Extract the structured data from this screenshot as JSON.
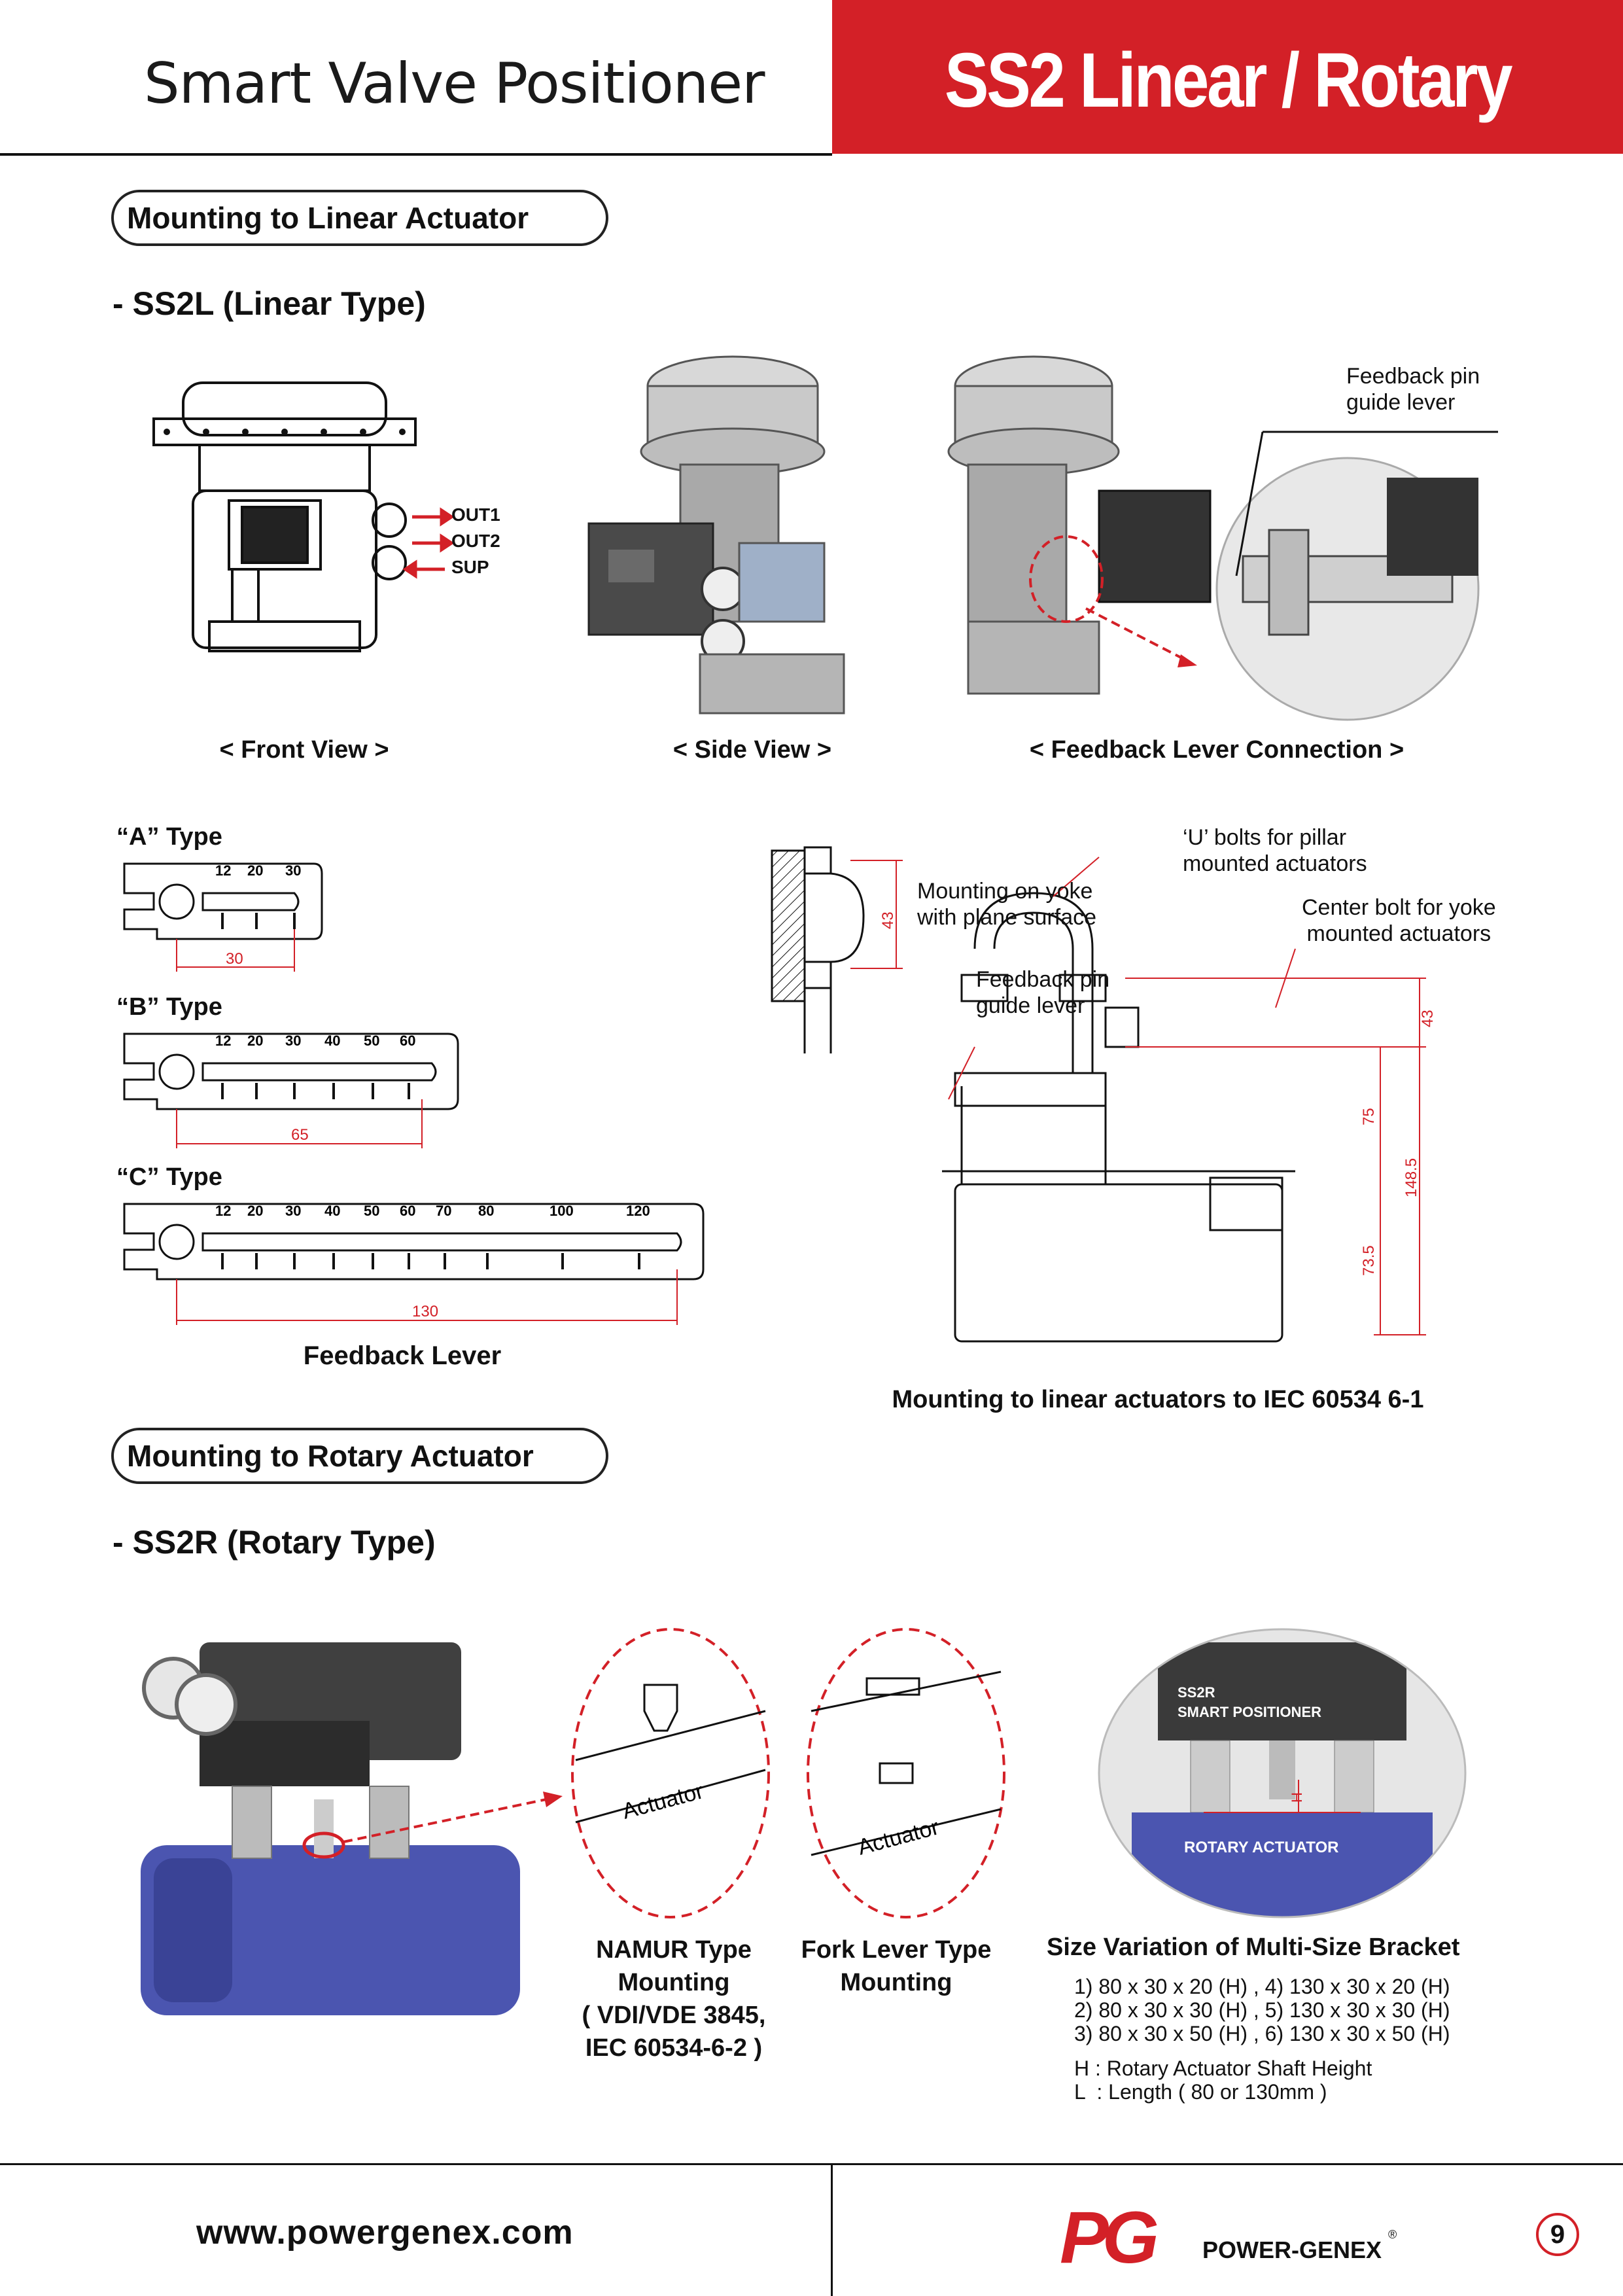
{
  "header": {
    "title": "Smart Valve Positioner",
    "product": "SS2  Linear / Rotary"
  },
  "linear": {
    "section_title": "Mounting to Linear Actuator",
    "subtitle": "- SS2L (Linear Type)",
    "ports": [
      "OUT1",
      "OUT2",
      "SUP"
    ],
    "feedback_pin_label": "Feedback pin\nguide lever",
    "captions": {
      "front": "< Front View >",
      "side": "< Side View >",
      "feedback": "< Feedback Lever Connection >"
    },
    "levers": [
      {
        "type": "“A” Type",
        "ticks": [
          "12",
          "20",
          "30"
        ],
        "length": "30"
      },
      {
        "type": "“B” Type",
        "ticks": [
          "12",
          "20",
          "30",
          "40",
          "50",
          "60"
        ],
        "length": "65"
      },
      {
        "type": "“C” Type",
        "ticks": [
          "12",
          "20",
          "30",
          "40",
          "50",
          "60",
          "70",
          "80",
          "100",
          "120"
        ],
        "length": "130"
      }
    ],
    "lever_caption": "Feedback Lever",
    "iec": {
      "yoke_label": "Mounting on yoke\nwith plane surface",
      "ubolt_label": "‘U’ bolts for pillar\nmounted actuators",
      "center_label": "Center bolt for yoke\nmounted actuators",
      "pin_label": "Feedback pin\nguide lever",
      "dims": [
        "43",
        "43",
        "75",
        "148.5",
        "73.5"
      ],
      "caption": "Mounting to linear actuators to IEC 60534 6-1"
    }
  },
  "rotary": {
    "section_title": "Mounting to Rotary Actuator",
    "subtitle": "- SS2R (Rotary Type)",
    "actuator_label": "Actuator",
    "namur": "NAMUR Type\nMounting\n( VDI/VDE 3845,\nIEC 60534-6-2 )",
    "fork": "Fork Lever Type\nMounting",
    "bracket_title": "Size Variation of Multi-Size Bracket",
    "sizes": [
      "1) 80 x 30 x 20 (H) , 4) 130 x 30 x 20 (H)",
      "2) 80 x 30 x 30 (H) , 5) 130 x 30 x 30 (H)",
      "3) 80 x 30 x 50 (H) , 6) 130 x 30 x 50 (H)"
    ],
    "notes": [
      "H : Rotary Actuator Shaft Height",
      "L  : Length ( 80 or 130mm )"
    ],
    "photo_top": "SS2R\nSMART POSITIONER",
    "photo_bottom": "ROTARY ACTUATOR",
    "photo_dim": "H"
  },
  "footer": {
    "url": "www.powergenex.com",
    "logo": "PG",
    "brand": "POWER-GENEX",
    "reg": "®",
    "page": "9"
  },
  "colors": {
    "accent": "#d32027",
    "actuator_blue": "#4b55b0"
  }
}
